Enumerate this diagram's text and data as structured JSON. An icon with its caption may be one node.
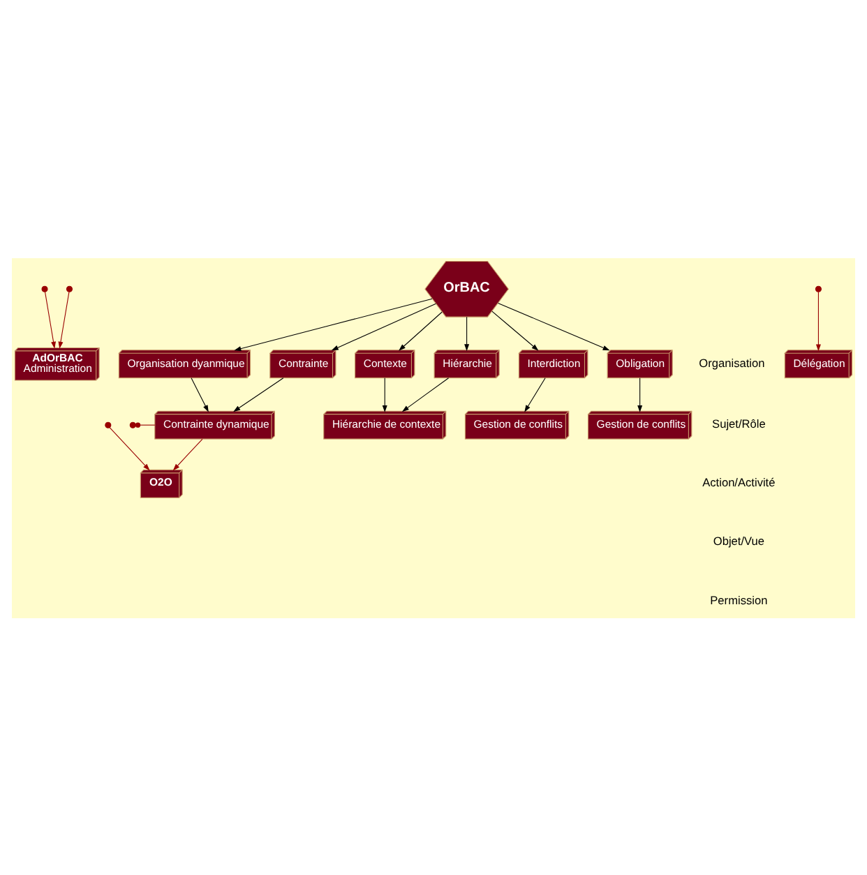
{
  "diagram": {
    "nodes": [
      {
        "text": [
          "AdOrBAC",
          "Administration"
        ]
      },
      {
        "text": [
          "Contrainte dynamique"
        ]
      },
      {
        "text": [
          "Organisation dyanmique"
        ]
      },
      {
        "text": [
          "O2O"
        ]
      },
      {
        "text": [
          "Contexte"
        ]
      },
      {
        "text": [
          "Hiérarchie de contexte"
        ]
      },
      {
        "text": [
          "OrBAC"
        ]
      },
      {
        "text": [
          "Contrainte"
        ]
      },
      {
        "text": [
          "Hiérarchie"
        ]
      },
      {
        "text": [
          "Gestion de conflits"
        ]
      },
      {
        "text": [
          "Interdiction"
        ]
      },
      {
        "text": [
          "Gestion de conflits"
        ]
      },
      {
        "text": [
          "Obligation"
        ]
      },
      {
        "text": [
          "Délégation"
        ]
      }
    ],
    "edges": [
      {
        "from": null,
        "to": 0,
        "arrow": "to",
        "color": "#990000"
      },
      {
        "from": null,
        "to": 0,
        "arrow": "to",
        "color": "#990000"
      },
      {
        "from": 6,
        "to": 2,
        "arrow": "to"
      },
      {
        "from": 2,
        "to": 1,
        "arrow": "to"
      },
      {
        "from": 7,
        "to": 1,
        "arrow": "to"
      },
      {
        "from": null,
        "to": 1,
        "arrow": "other",
        "color": "#990000"
      },
      {
        "from": 1,
        "to": 3,
        "arrow": "to",
        "color": "#990000"
      },
      {
        "from": null,
        "to": 3,
        "arrow": "to",
        "color": "#990000"
      },
      {
        "from": 6,
        "to": 4,
        "arrow": "to"
      },
      {
        "from": 6,
        "to": 7,
        "arrow": "to"
      },
      {
        "from": 4,
        "to": 5,
        "arrow": "to"
      },
      {
        "from": 8,
        "to": 5,
        "arrow": "to"
      },
      {
        "from": 6,
        "to": 8,
        "arrow": "to"
      },
      {
        "from": 6,
        "to": 10,
        "arrow": "to"
      },
      {
        "from": 10,
        "to": 9,
        "arrow": "to"
      },
      {
        "from": 6,
        "to": 12,
        "arrow": "to"
      },
      {
        "from": 12,
        "to": 11,
        "arrow": "to"
      },
      {
        "from": null,
        "to": 13,
        "arrow": "to",
        "color": "#990000"
      }
    ],
    "labels": [
      "Organisation",
      "Sujet/Rôle",
      "Action/Activité",
      "Objet/Vue",
      "Permission"
    ]
  }
}
